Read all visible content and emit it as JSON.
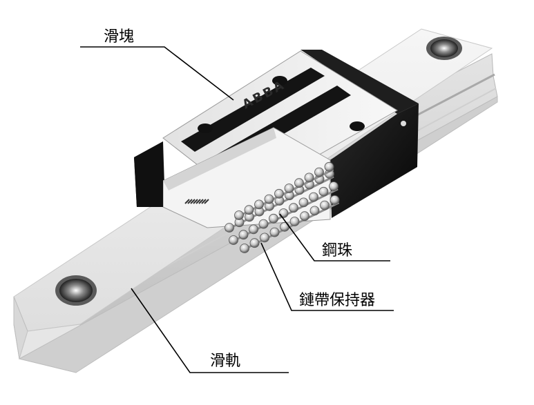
{
  "diagram": {
    "brand": "ABBA",
    "labels": {
      "slider_block": "滑塊",
      "steel_balls": "鋼珠",
      "chain_retainer": "鏈帶保持器",
      "rail": "滑軌"
    },
    "colors": {
      "rail_top": "#ececec",
      "rail_side": "#dcdcdc",
      "block_dark": "#1a1a1a",
      "block_light": "#eeeeee",
      "balls": "#cfcfcf",
      "leader": "#000000"
    }
  }
}
